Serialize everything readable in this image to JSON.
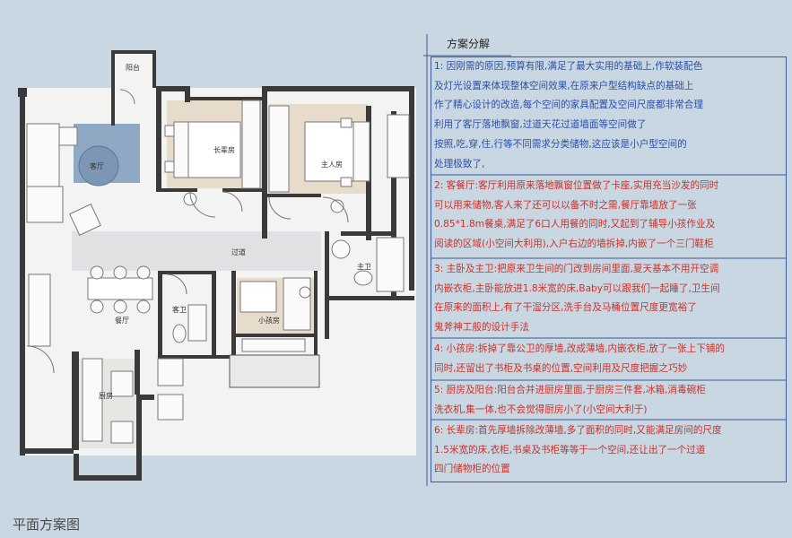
{
  "caption": "平面方案图",
  "rooms": {
    "balcony": "阳台",
    "living": "客厅",
    "elder": "长辈房",
    "master": "主人房",
    "corridor": "过道",
    "master_bath": "主卫",
    "dining": "餐厅",
    "guest_bath": "客卫",
    "kids": "小孩房",
    "kitchen": "厨房"
  },
  "notes": {
    "title": "方案分解",
    "sections": [
      {
        "color": "blue",
        "lines": [
          "1: 因刚需的原因,预算有限,满足了最大实用的基础上,作软装配色",
          "及灯光设置来体现整体空间效果,在原来户型结构缺点的基础上",
          "作了精心设计的改造,每个空间的家具配置及空间尺度都非常合理",
          "利用了客厅落地飘窗,过道天花过道墙面等空间做了",
          "按照,吃,穿,住,行等不同需求分类储物,这应该是小户型空间的",
          "处理极致了,"
        ]
      },
      {
        "color": "red",
        "lines": [
          "2: 客餐厅:客厅利用原来落地飘窗位置做了卡座,实用充当沙发的同时",
          "可以用来储物,客人来了还可以以备不时之需,餐厅靠墙放了一张",
          "0.85*1.8m餐桌,满足了6口人用餐的同时,又起到了辅导小孩作业及",
          "阅读的区域(小空间大利用),入户右边的墙拆掉,内嵌了一个三门鞋柜"
        ]
      },
      {
        "color": "red",
        "lines": [
          "3: 主卧及主卫:把原来卫生间的门改到房间里面,夏天基本不用开空调",
          "内嵌衣柜,主卧能放进1.8米宽的床,Baby可以跟我们一起睡了,卫生间",
          "在原来的面积上,有了干湿分区,洗手台及马桶位置尺度更宽裕了",
          "鬼斧神工般的设计手法"
        ]
      },
      {
        "color": "red",
        "lines": [
          "4: 小孩房:拆掉了靠公卫的厚墙,改成薄墙,内嵌衣柜,放了一张上下铺的",
          "同时,还留出了书柜及书桌的位置,空间利用及尺度把握之巧妙"
        ]
      },
      {
        "color": "red",
        "lines": [
          "5: 厨房及阳台:阳台合并进厨房里面,于厨房三件套,冰箱,消毒碗柜",
          "洗衣机,集一体,也不会觉得厨房小了(小空间大利于)"
        ]
      },
      {
        "color": "red",
        "lines": [
          "6: 长辈房:首先厚墙拆除改薄墙,多了面积的同时,又能满足房间的尺度",
          "1.5米宽的床,衣柜,书桌及书柜等等于一个空间,还让出了一个过道",
          "四门储物柜的位置"
        ]
      }
    ]
  }
}
